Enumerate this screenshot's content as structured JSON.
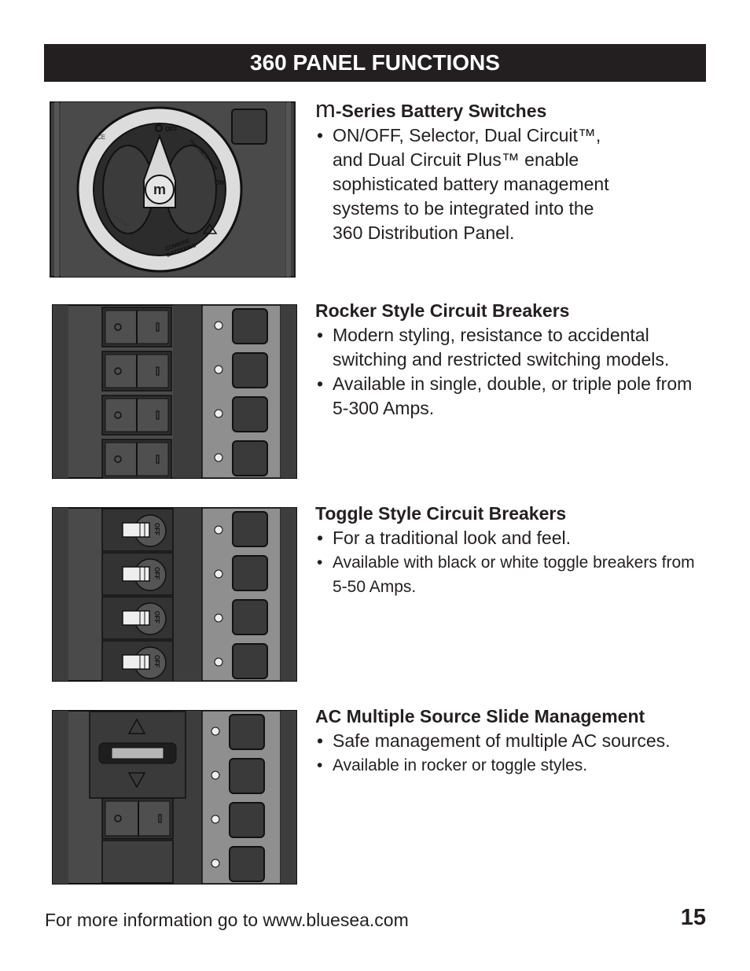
{
  "header": {
    "title": "360 PANEL FUNCTIONS"
  },
  "sections": [
    {
      "title_prefix": "m",
      "title": "-Series Battery Switches",
      "bullets": [
        "ON/OFF, Selector, Dual Circuit™,",
        "and Dual Circuit Plus™ enable",
        "sophisticated battery management",
        "systems to be integrated into the",
        "360 Distribution Panel."
      ],
      "switch_labels": {
        "off": "OFF",
        "on": "ON",
        "dual": "DUAL CIRCUIT PLUS",
        "combine": "COMBINE",
        "batteries": "BATTERIES",
        "brand": "BLUE SEA SYSTEMS",
        "logo": "m",
        "ce": "CE"
      }
    },
    {
      "title": "Rocker Style Circuit Breakers",
      "bullets": [
        "Modern styling, resistance to accidental switching and restricted switching models.",
        "Available in single, double, or triple pole from 5-300 Amps."
      ]
    },
    {
      "title": "Toggle Style Circuit Breakers",
      "bullets": [
        "For a traditional look and feel.",
        "Available with black or white toggle breakers from 5-50 Amps."
      ],
      "toggle_label": "OFF"
    },
    {
      "title": "AC Multiple Source Slide Management",
      "bullets": [
        "Safe management of multiple AC sources.",
        "Available in rocker or toggle styles."
      ]
    }
  ],
  "footer": {
    "text": "For more information go to www.bluesea.com",
    "page_number": "15"
  }
}
